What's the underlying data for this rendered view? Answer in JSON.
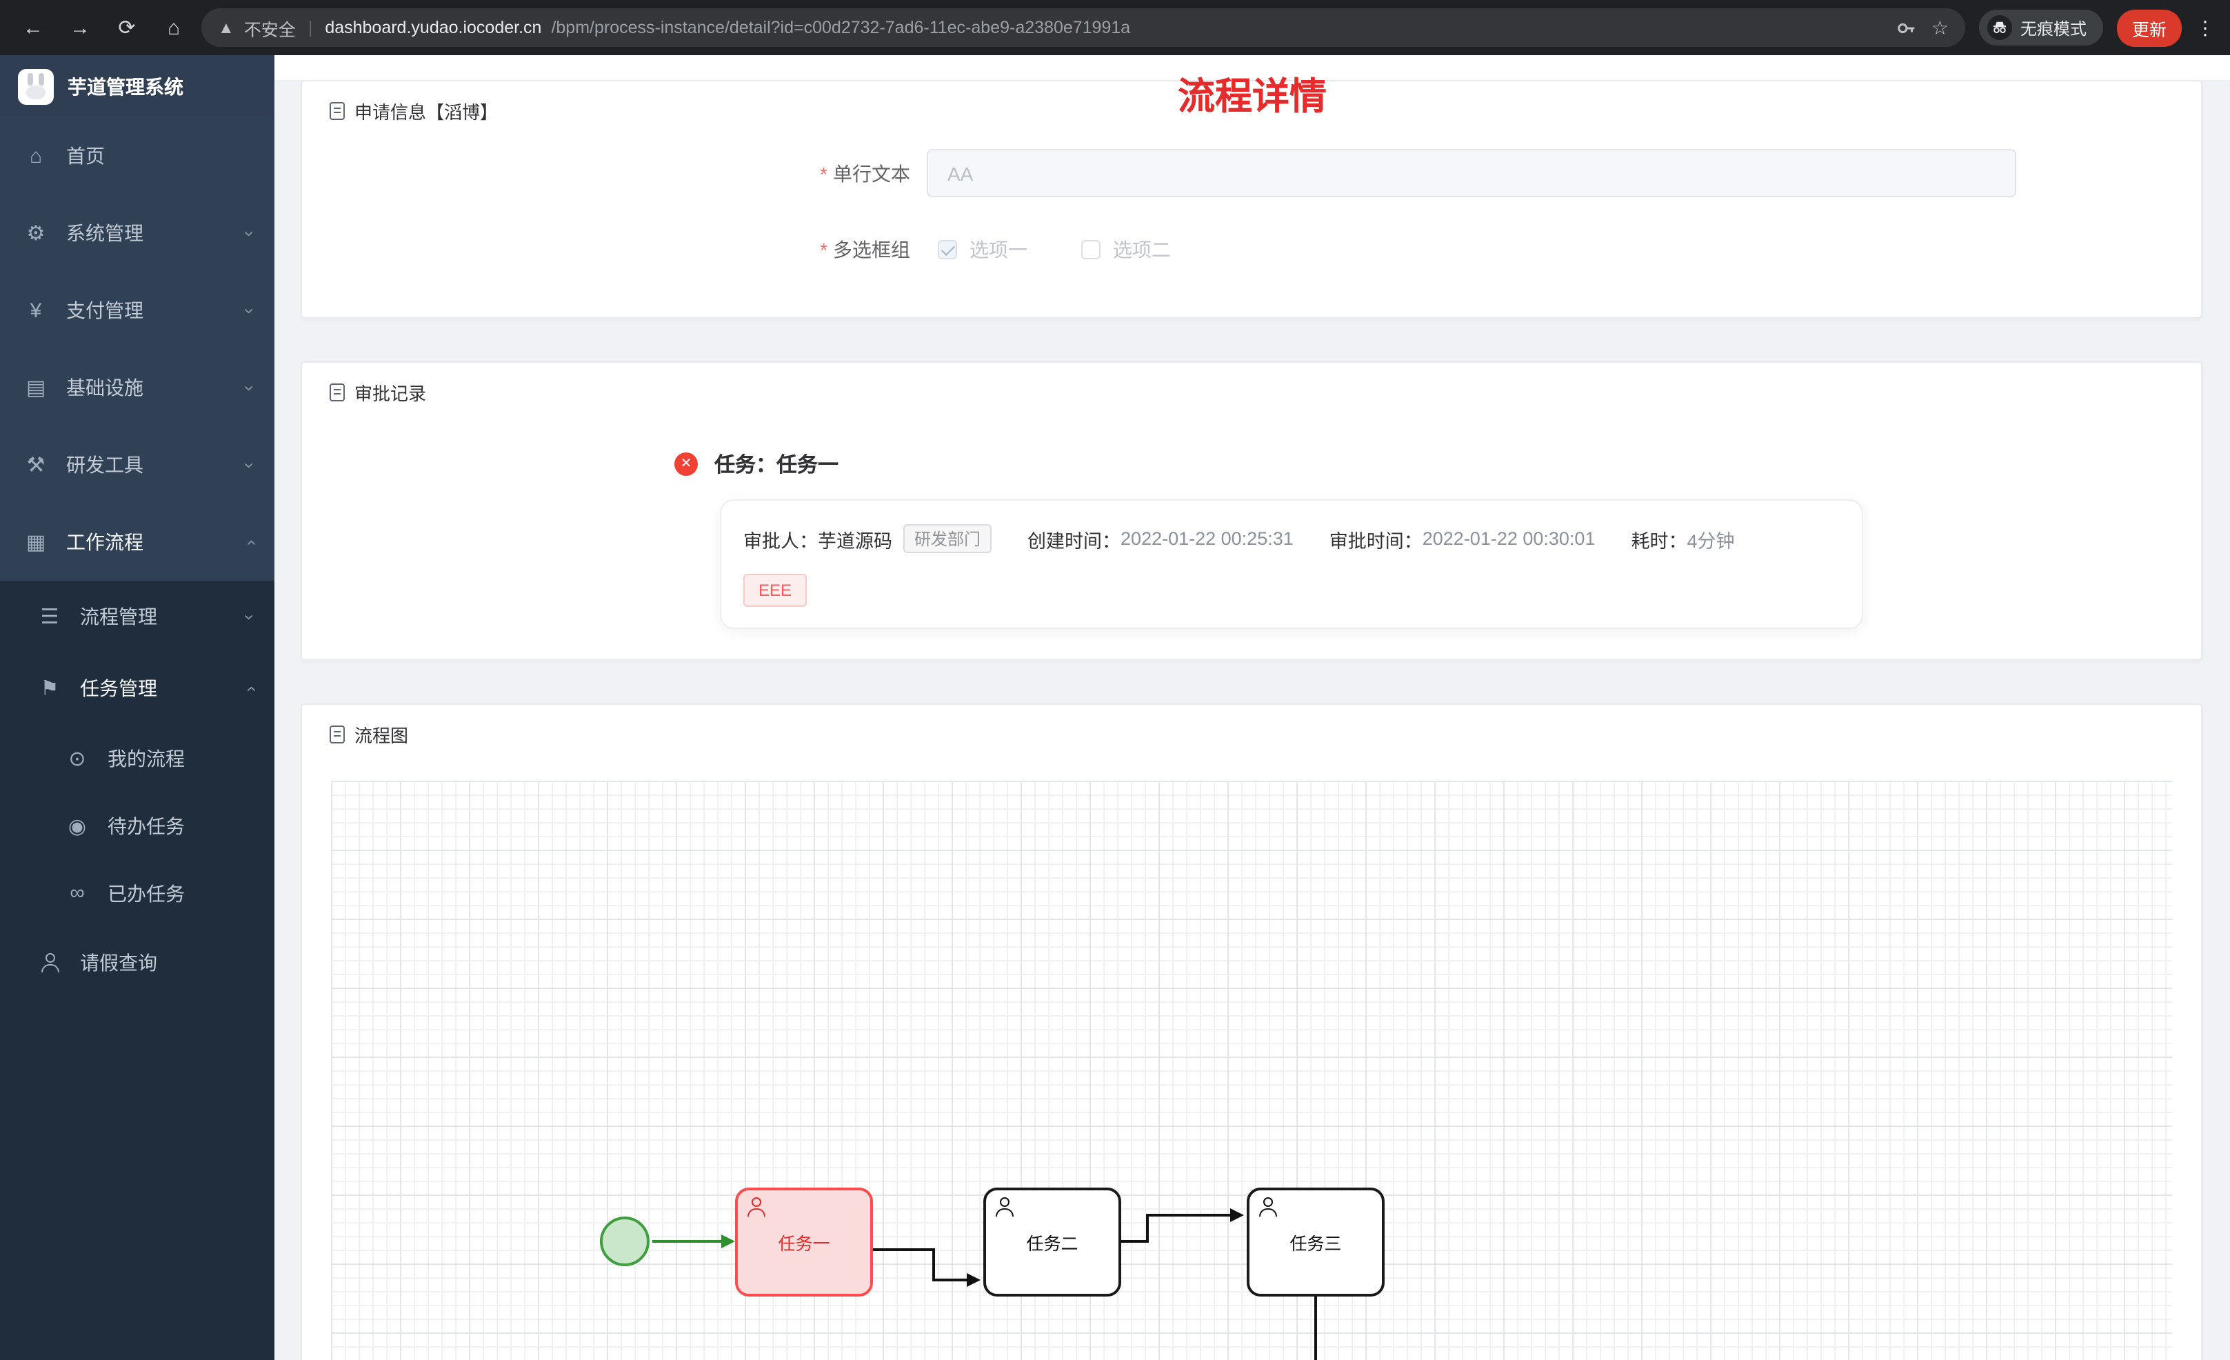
{
  "browser": {
    "security_label": "不安全",
    "url_host": "dashboard.yudao.iocoder.cn",
    "url_path": "/bpm/process-instance/detail?id=c00d2732-7ad6-11ec-abe9-a2380e71991a",
    "incognito_label": "无痕模式",
    "update_label": "更新"
  },
  "sidebar": {
    "logo_title": "芋道管理系统",
    "items": [
      {
        "label": "首页",
        "icon": "dashboard-icon",
        "level": 1,
        "chevron": null
      },
      {
        "label": "系统管理",
        "icon": "gear-icon",
        "level": 1,
        "chevron": "down"
      },
      {
        "label": "支付管理",
        "icon": "yen-icon",
        "level": 1,
        "chevron": "down"
      },
      {
        "label": "基础设施",
        "icon": "monitor-icon",
        "level": 1,
        "chevron": "down"
      },
      {
        "label": "研发工具",
        "icon": "tools-icon",
        "level": 1,
        "chevron": "down"
      },
      {
        "label": "工作流程",
        "icon": "briefcase-icon",
        "level": 1,
        "chevron": "up",
        "expanded": true
      },
      {
        "label": "流程管理",
        "icon": "list-icon",
        "level": 2,
        "chevron": "down"
      },
      {
        "label": "任务管理",
        "icon": "flag-icon",
        "level": 2,
        "chevron": "up",
        "expanded": true
      },
      {
        "label": "我的流程",
        "icon": "chat-icon",
        "level": 3,
        "chevron": null
      },
      {
        "label": "待办任务",
        "icon": "eye-icon",
        "level": 3,
        "chevron": null
      },
      {
        "label": "已办任务",
        "icon": "glasses-icon",
        "level": 3,
        "chevron": null
      },
      {
        "label": "请假查询",
        "icon": "person-icon",
        "level": 2,
        "chevron": null
      }
    ]
  },
  "page": {
    "title": "流程详情"
  },
  "apply_card": {
    "title": "申请信息【滔博】",
    "single_line": {
      "label": "单行文本",
      "required": true,
      "value": "AA"
    },
    "checkbox_group": {
      "label": "多选框组",
      "required": true,
      "options": [
        {
          "label": "选项一",
          "checked": true
        },
        {
          "label": "选项二",
          "checked": false
        }
      ]
    }
  },
  "approval_card": {
    "title": "审批记录",
    "task_line": "任务：任务一",
    "approver_label": "审批人：",
    "approver_name": "芋道源码",
    "dept_tag": "研发部门",
    "created_label": "创建时间：",
    "created_time": "2022-01-22 00:25:31",
    "approved_label": "审批时间：",
    "approved_time": "2022-01-22 00:30:01",
    "duration_label": "耗时：",
    "duration_value": "4分钟",
    "comment_tag": "EEE"
  },
  "diagram_card": {
    "title": "流程图",
    "nodes": [
      {
        "label": "任务一",
        "type": "user-task",
        "state": "current"
      },
      {
        "label": "任务二",
        "type": "user-task",
        "state": "pending"
      },
      {
        "label": "任务三",
        "type": "user-task",
        "state": "pending"
      }
    ],
    "start_event": {
      "state": "completed"
    }
  },
  "colors": {
    "title_red": "#e52b2b",
    "task_highlight_border": "#ff4d4f",
    "task_highlight_fill": "#fbdcdc",
    "start_event_green": "#3f9e3f",
    "update_button": "#d93a2b",
    "sidebar_bg": "#1f2d3d",
    "sidebar_item_bg": "#304156"
  }
}
